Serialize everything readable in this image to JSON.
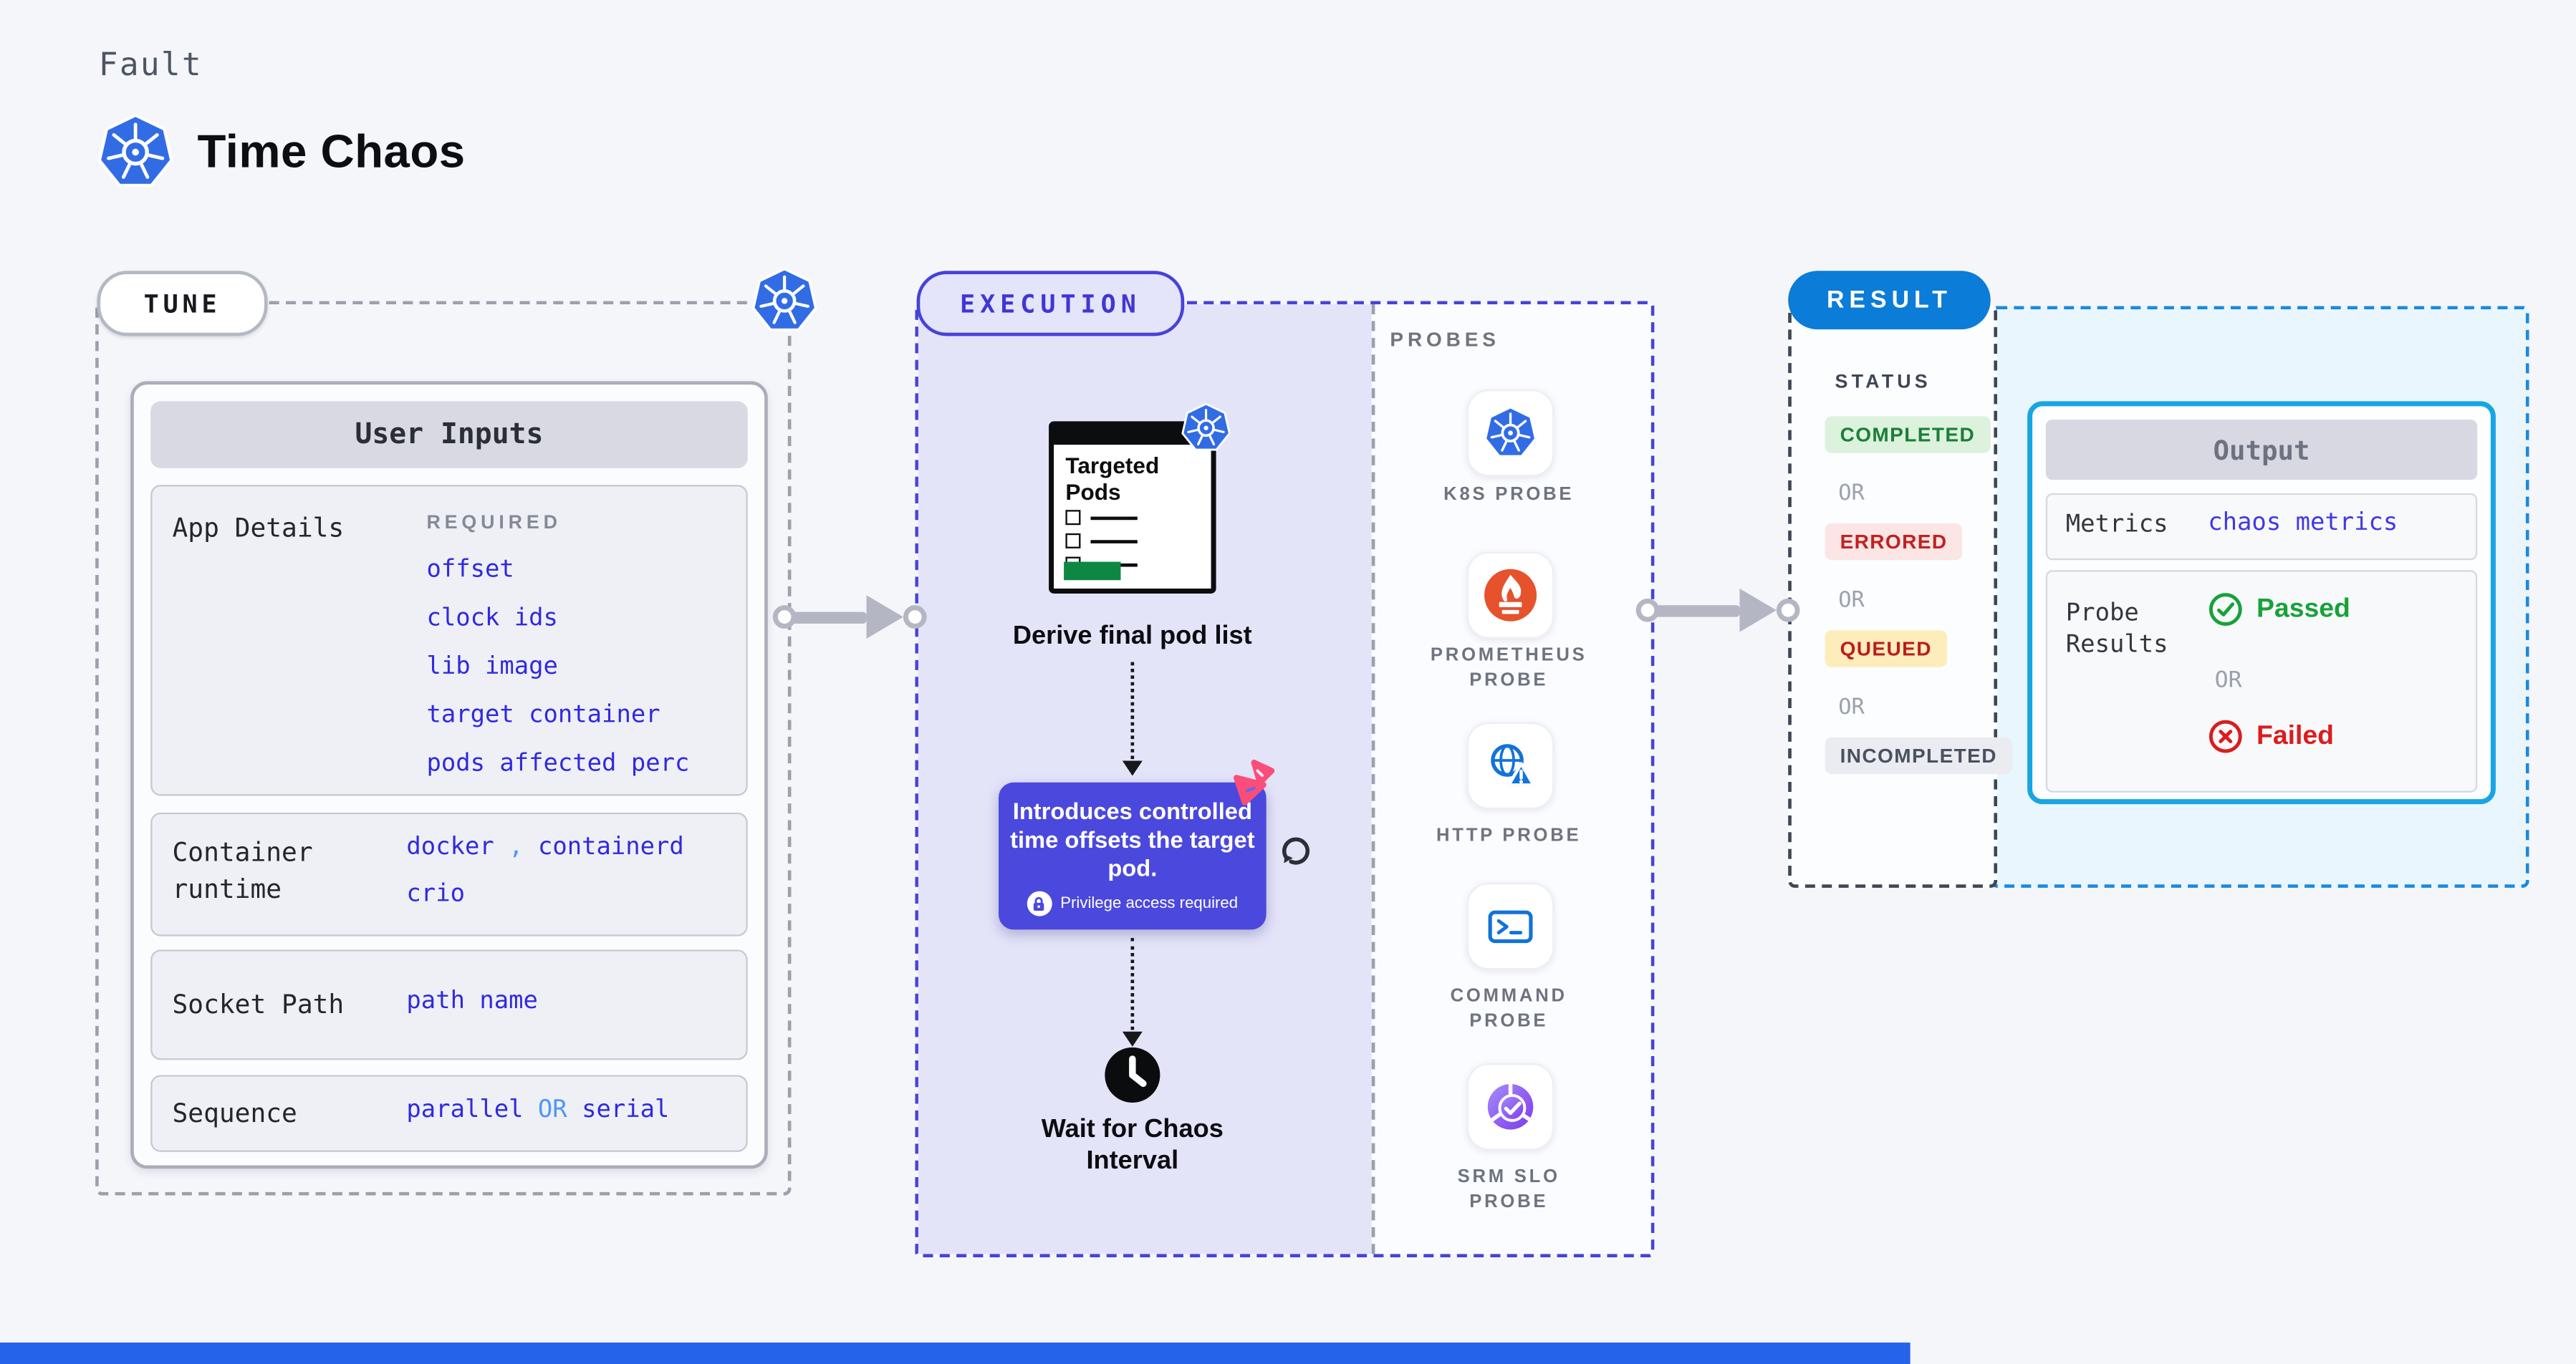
{
  "header": {
    "eyebrow": "Fault",
    "title": "Time Chaos"
  },
  "tune": {
    "label": "TUNE",
    "user_inputs": {
      "title": "User Inputs",
      "app_details": {
        "label": "App Details",
        "required_tag": "REQUIRED",
        "fields": [
          "offset",
          "clock ids",
          "lib image",
          "target container",
          "pods affected perc"
        ]
      },
      "container_runtime": {
        "label": "Container runtime",
        "values": [
          "docker",
          "containerd",
          "crio"
        ],
        "separator": ","
      },
      "socket_path": {
        "label": "Socket Path",
        "value": "path name"
      },
      "sequence": {
        "label": "Sequence",
        "value_a": "parallel",
        "or": "OR",
        "value_b": "serial"
      }
    }
  },
  "execution": {
    "label": "EXECUTION",
    "targeted_pods": {
      "title": "Targeted Pods"
    },
    "derive_caption": "Derive final pod list",
    "tooltip": {
      "text": "Introduces controlled time offsets the target pod.",
      "badge": "Privilege access required"
    },
    "wait_caption": "Wait for Chaos Interval"
  },
  "probes": {
    "label": "PROBES",
    "items": [
      {
        "label": "K8S PROBE",
        "icon": "kubernetes-icon"
      },
      {
        "label": "PROMETHEUS PROBE",
        "icon": "prometheus-icon"
      },
      {
        "label": "HTTP PROBE",
        "icon": "http-globe-warning-icon"
      },
      {
        "label": "COMMAND PROBE",
        "icon": "terminal-icon"
      },
      {
        "label": "SRM SLO PROBE",
        "icon": "slo-donut-check-icon"
      }
    ]
  },
  "result": {
    "label": "RESULT",
    "status": {
      "label": "STATUS",
      "separator": "OR",
      "badges": [
        {
          "text": "COMPLETED",
          "bg": "#ddf2dd",
          "fg": "#1a7f37"
        },
        {
          "text": "ERRORED",
          "bg": "#fbe5e5",
          "fg": "#c22121"
        },
        {
          "text": "QUEUED",
          "bg": "#fcedbb",
          "fg": "#bb1d1d"
        },
        {
          "text": "INCOMPLETED",
          "bg": "#ebecf2",
          "fg": "#4a5160"
        }
      ]
    },
    "output": {
      "title": "Output",
      "metrics": {
        "label": "Metrics",
        "value": "chaos metrics"
      },
      "probe_results": {
        "label": "Probe Results",
        "passed": "Passed",
        "or": "OR",
        "failed": "Failed"
      }
    }
  },
  "colors": {
    "accent_indigo": "#4643d9",
    "accent_blue": "#0b7cd7",
    "cyan_border": "#17a5e3",
    "link_blue": "#3129df",
    "light_blue": "#4f97f6",
    "passed_green": "#17a23a",
    "failed_red": "#da1d1d",
    "lavender_fill": "#e4e4f9",
    "bottom_bar_blue": "#2563eb"
  }
}
